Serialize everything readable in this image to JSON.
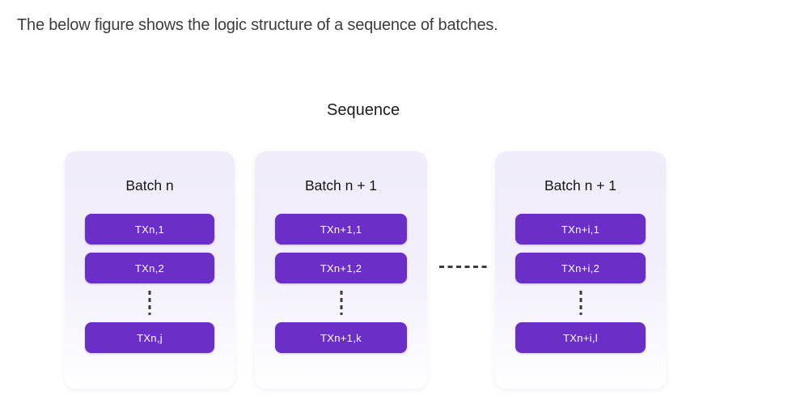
{
  "page": {
    "title": "The below figure shows the logic structure of a sequence of batches."
  },
  "diagram": {
    "label": "Sequence",
    "colors": {
      "tx_box": "#6B2FC7",
      "card_bg_top": "#F0ECFA",
      "page_bg": "#FFFFFF",
      "connector": "#3C3C3C",
      "title_color": "#3D3D3D",
      "heading_color": "#161616"
    },
    "batches": [
      {
        "name": "Batch n",
        "tx": [
          "TXn,1",
          "TXn,2",
          "TXn,j"
        ]
      },
      {
        "name": "Batch n + 1",
        "tx": [
          "TXn+1,1",
          "TXn+1,2",
          "TXn+1,k"
        ]
      },
      {
        "name": "Batch n + 1",
        "tx": [
          "TXn+i,1",
          "TXn+i,2",
          "TXn+i,l"
        ]
      }
    ]
  }
}
